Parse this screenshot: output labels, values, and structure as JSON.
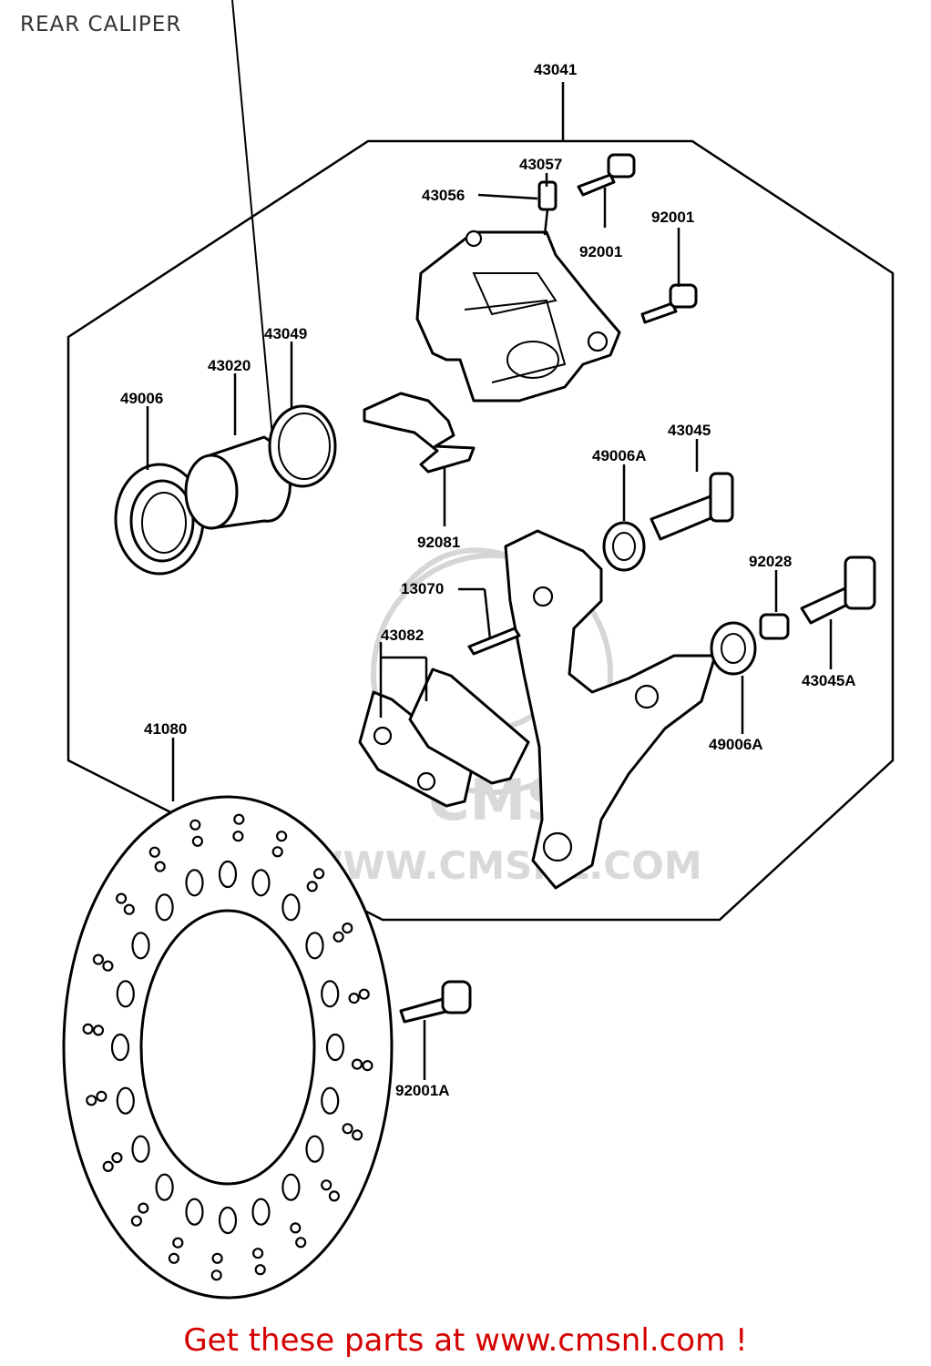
{
  "page": {
    "title": "REAR CALIPER",
    "footer": "Get these parts at www.cmsnl.com !"
  },
  "watermark": {
    "text": "WWW.CMSNL.COM",
    "logo_text": "CMS"
  },
  "parts": [
    {
      "id": "43041",
      "label": "43041"
    },
    {
      "id": "43057",
      "label": "43057"
    },
    {
      "id": "43056",
      "label": "43056"
    },
    {
      "id": "92001-top",
      "label": "92001"
    },
    {
      "id": "92001-right",
      "label": "92001"
    },
    {
      "id": "43049",
      "label": "43049"
    },
    {
      "id": "43020",
      "label": "43020"
    },
    {
      "id": "49006",
      "label": "49006"
    },
    {
      "id": "43045",
      "label": "43045"
    },
    {
      "id": "49006A-top",
      "label": "49006A"
    },
    {
      "id": "92081",
      "label": "92081"
    },
    {
      "id": "92028",
      "label": "92028"
    },
    {
      "id": "13070",
      "label": "13070"
    },
    {
      "id": "43082",
      "label": "43082"
    },
    {
      "id": "43045A",
      "label": "43045A"
    },
    {
      "id": "49006A-bottom",
      "label": "49006A"
    },
    {
      "id": "41080",
      "label": "41080"
    },
    {
      "id": "92001A",
      "label": "92001A"
    }
  ],
  "colors": {
    "line": "#000000",
    "footer": "#d40000",
    "watermark": "#d6d6d6"
  }
}
